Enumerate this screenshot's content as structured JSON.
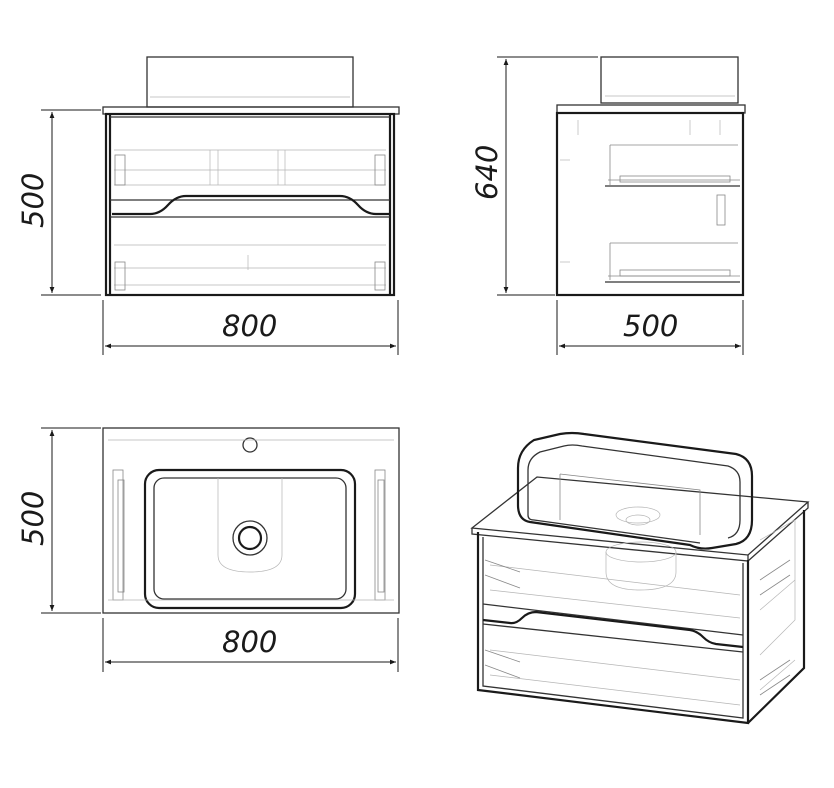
{
  "dimensions": {
    "front_height": "500",
    "front_width": "800",
    "side_height": "640",
    "side_depth": "500",
    "top_depth": "500",
    "top_width": "800"
  }
}
